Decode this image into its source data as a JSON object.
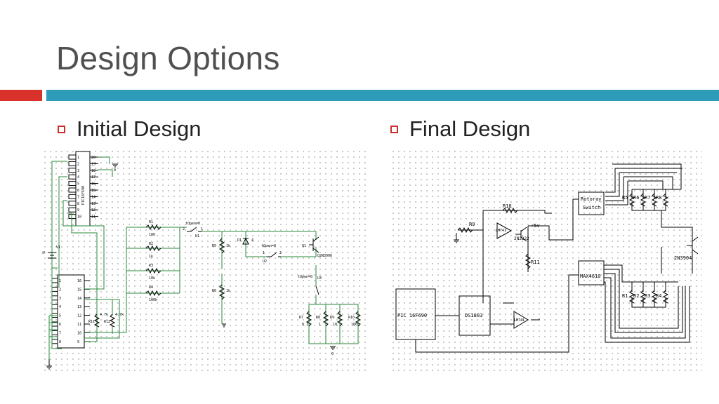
{
  "slide": {
    "title": "Design Options",
    "left_heading": "Initial Design",
    "right_heading": "Final Design"
  },
  "colors": {
    "accent_red": "#d9322b",
    "accent_teal": "#2e9bb8",
    "bullet": "#c9302c",
    "wire_black": "#000000",
    "wire_green": "#2a8a3a"
  },
  "initial": {
    "pic_label": "PIC16F690",
    "pins_left": [
      "1",
      "2",
      "3",
      "4",
      "5",
      "6",
      "7",
      "8",
      "9",
      "10"
    ],
    "pins_right": [
      "20",
      "19",
      "18",
      "17",
      "16",
      "15",
      "14",
      "13",
      "12",
      "11"
    ],
    "v1_label": "V1",
    "v1_value": "5V",
    "lower_pins_left": [
      "1",
      "2",
      "3",
      "4",
      "5",
      "6",
      "7",
      "8"
    ],
    "lower_pins_right": [
      "16",
      "15",
      "14",
      "13",
      "12",
      "11",
      "10",
      "9"
    ],
    "r11": "R11",
    "r11_val": "4.7k",
    "r12": "R12",
    "r12_val": "4.7k",
    "resistors": [
      {
        "name": "R1",
        "val": "100"
      },
      {
        "name": "R2",
        "val": "1k"
      },
      {
        "name": "R3",
        "val": "10k"
      },
      {
        "name": "R4",
        "val": "100k"
      }
    ],
    "sw1_t": "tOpen=0",
    "sw1_u": "U1",
    "sw1_n1": "2",
    "sw1_n2": "1",
    "r5": "R5",
    "r5_val": "1k",
    "r6": "R6",
    "r6_val": "1k",
    "d1": "D1",
    "d1_n": "4",
    "sw2_t": "tOpen=0",
    "sw2_u": "U2",
    "sw2_n1": "1",
    "sw2_n2": "2",
    "q1": "Q1",
    "q1_part": "Q2N3906",
    "sw3_t": "tOpen=0",
    "sw3_u": "U3",
    "bottom_res": [
      {
        "name": "R7",
        "val": "0.1"
      },
      {
        "name": "R8",
        "val": "1"
      },
      {
        "name": "R9",
        "val": "10"
      },
      {
        "name": "R10",
        "val": "100"
      }
    ],
    "gnd": "0"
  },
  "final": {
    "r10": "R10",
    "r9": "R9",
    "r11": "R11",
    "vcc": "+5v",
    "q_mid": "2N2222",
    "op1": "LM741",
    "op2": "LM741",
    "rotary": [
      "Rotoray",
      "Switch"
    ],
    "r_top": [
      "R5",
      "R6",
      "R7",
      "R8"
    ],
    "r_bot": [
      "R1",
      "R2",
      "R3",
      "R4"
    ],
    "max": "MAX4610",
    "q_right": "2N3904",
    "pic": "PIC 16F690",
    "dsi": "DS1803"
  }
}
